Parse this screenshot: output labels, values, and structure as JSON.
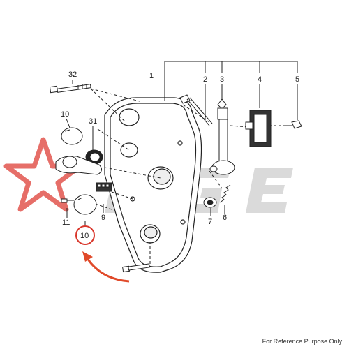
{
  "watermark": {
    "text": "MGE",
    "color": "#cfcfcf",
    "star_color": "#e2554d"
  },
  "callouts": {
    "c1": "1",
    "c2": "2",
    "c3": "3",
    "c4": "4",
    "c5": "5",
    "c6": "6",
    "c7": "7",
    "c9": "9",
    "c10a": "10",
    "c10b": "10",
    "c11": "11",
    "c31": "31",
    "c32": "32"
  },
  "highlight": {
    "part": "10",
    "circle_color": "#d9362b",
    "arrow_color": "#e04a2a"
  },
  "footer": {
    "note": "For Reference Purpose Only."
  }
}
